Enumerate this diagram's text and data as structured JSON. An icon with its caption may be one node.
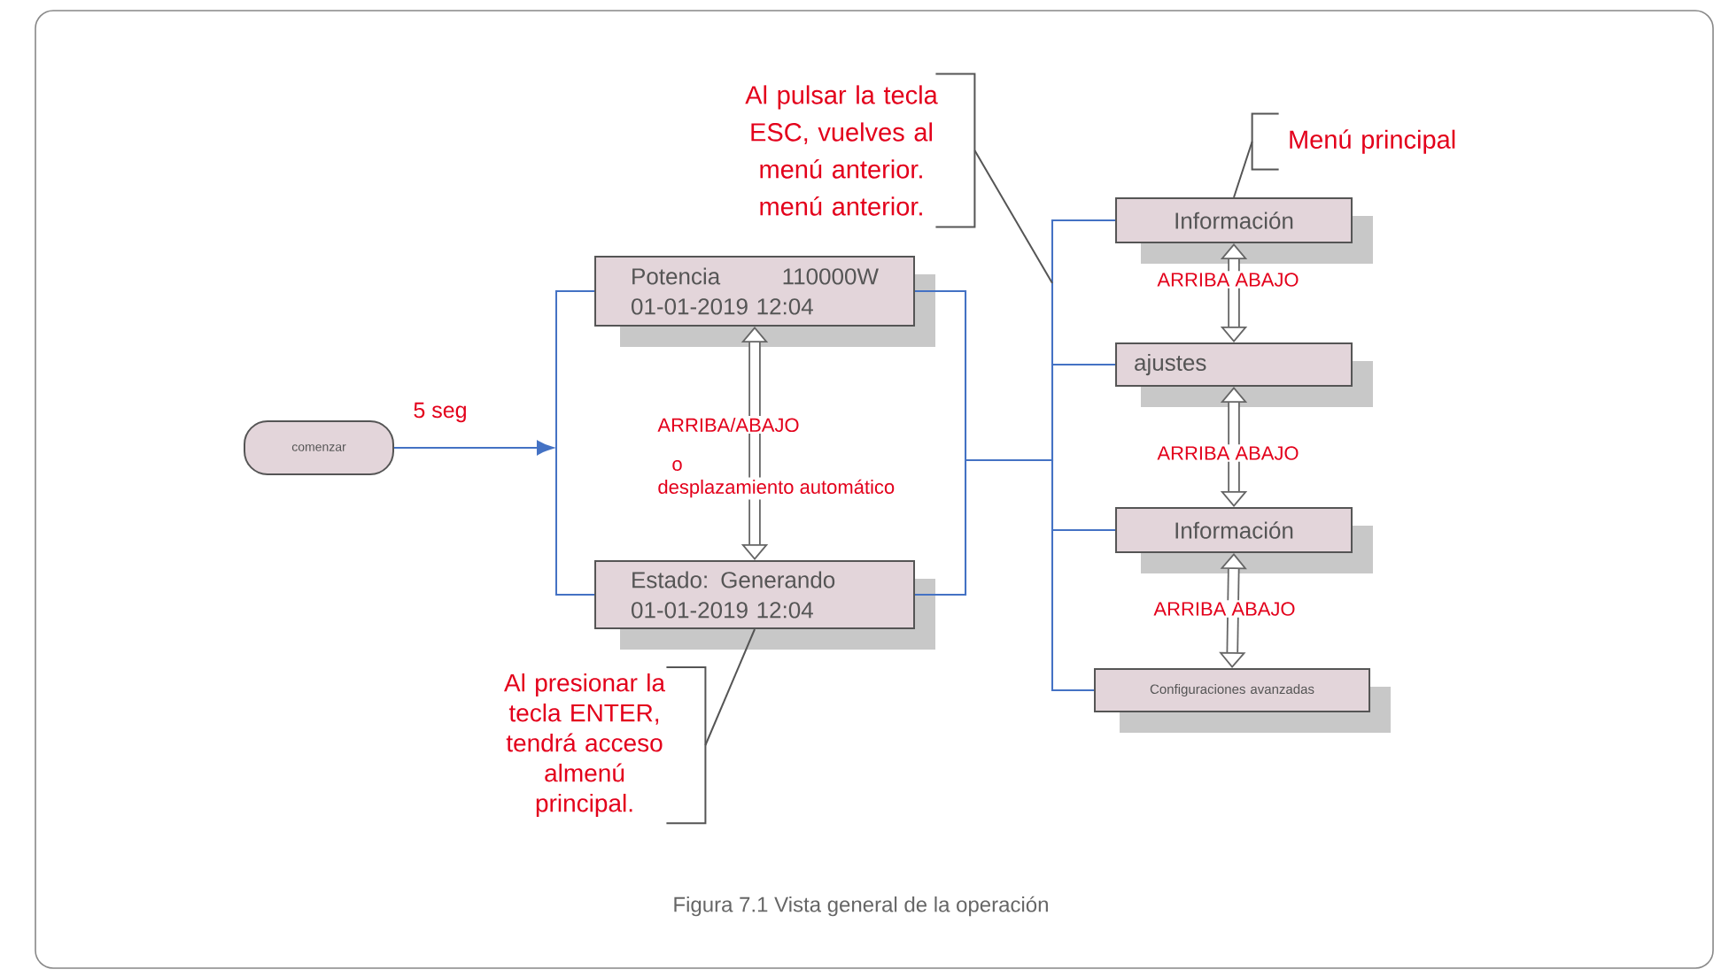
{
  "diagram": {
    "caption": "Figura 7.1 Vista general de la operación",
    "nodes": [
      {
        "text": [
          "comenzar"
        ]
      },
      {
        "text": [
          "Potencia",
          "110000W",
          "01-01-2019 12:04"
        ]
      },
      {
        "text": [
          "Estado: Generando",
          "01-01-2019 12:04"
        ]
      },
      {
        "text": [
          "Información"
        ]
      },
      {
        "text": [
          "ajustes"
        ]
      },
      {
        "text": [
          "Información"
        ]
      },
      {
        "text": [
          "Configuraciones avanzadas"
        ]
      },
      {
        "text": [
          "Al pulsar la tecla ESC, vuelves al menú anterior. menú anterior."
        ]
      },
      {
        "text": [
          "Menú principal"
        ]
      },
      {
        "text": [
          "Al presionar la tecla ENTER, tendrá acceso almenú principal."
        ]
      }
    ],
    "edges": [
      {
        "from": 0,
        "to": null,
        "arrow": "to",
        "label": "5 seg"
      },
      {
        "from": 1,
        "to": 2,
        "arrow": "none"
      },
      {
        "from": 1,
        "to": 2,
        "arrow": "both",
        "label": "ARRIBA/ABAJO",
        "style": "thick",
        "color": "#666666"
      },
      {
        "from": 1,
        "to": 3,
        "arrow": "none"
      },
      {
        "from": 1,
        "to": 4,
        "arrow": "none"
      },
      {
        "from": 1,
        "to": 5,
        "arrow": "none"
      },
      {
        "from": 1,
        "to": 6,
        "arrow": "none"
      },
      {
        "from": 2,
        "to": 3,
        "arrow": "none"
      },
      {
        "from": 2,
        "to": 4,
        "arrow": "none"
      },
      {
        "from": 2,
        "to": 5,
        "arrow": "none"
      },
      {
        "from": 2,
        "to": 6,
        "arrow": "none"
      },
      {
        "from": 3,
        "to": 4,
        "arrow": "both",
        "label": "ARRIBA ABAJO",
        "style": "thick",
        "color": "#666666"
      },
      {
        "from": 4,
        "to": 5,
        "arrow": "both",
        "label": "ARRIBA ABAJO",
        "style": "thick",
        "color": "#666666"
      },
      {
        "from": 5,
        "to": 6,
        "arrow": "both",
        "label": "ARRIBA ABAJO",
        "style": "thick",
        "color": "#666666"
      },
      {
        "from": 7,
        "to": null,
        "arrow": "none",
        "color": "#555555"
      },
      {
        "from": 8,
        "to": 3,
        "arrow": "none",
        "color": "#555555"
      },
      {
        "from": 9,
        "to": 2,
        "arrow": "none",
        "color": "#555555"
      }
    ],
    "labels": [
      "o",
      "desplazamiento automático"
    ]
  }
}
